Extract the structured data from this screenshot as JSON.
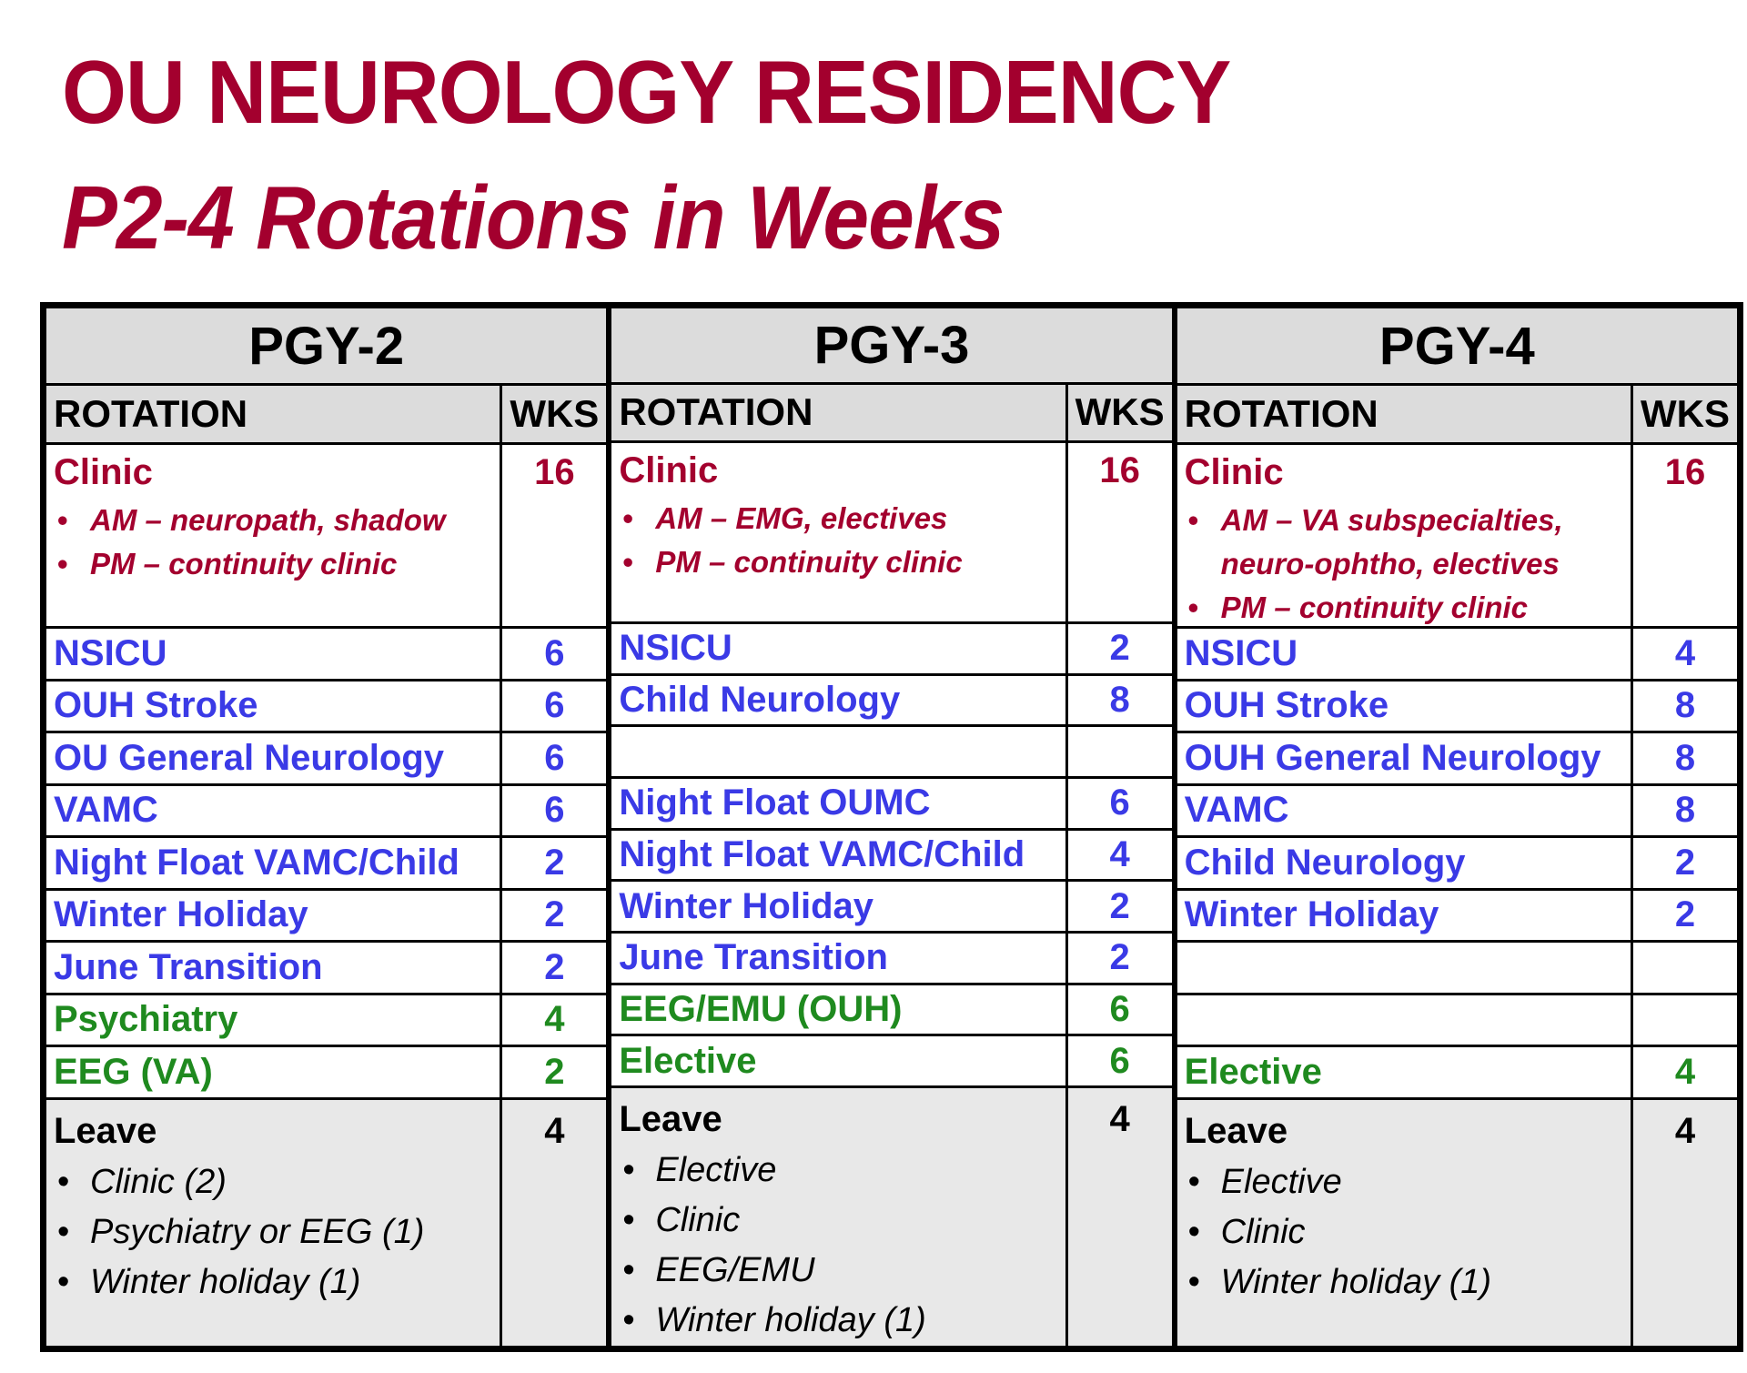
{
  "header": {
    "title": "OU NEUROLOGY RESIDENCY",
    "subtitle": "P2-4 Rotations in Weeks"
  },
  "colors": {
    "title": "#a3002e",
    "clinic": "#a3002e",
    "core_rotation": "#3a3ae6",
    "elective_rotation": "#1f8a1f",
    "header_bg": "#dcdcdc",
    "leave_bg": "#e8e8e8"
  },
  "table": {
    "columns": [
      {
        "heading": "PGY-2",
        "rotation_label": "ROTATION",
        "wks_label": "WKS",
        "clinic": {
          "label": "Clinic",
          "weeks": "16",
          "bullets": [
            "AM – neuropath, shadow",
            "PM – continuity clinic"
          ]
        },
        "rows": [
          {
            "rotation": "NSICU",
            "weeks": "6",
            "color": "blue"
          },
          {
            "rotation": "OUH Stroke",
            "weeks": "6",
            "color": "blue"
          },
          {
            "rotation": "OU General Neurology",
            "weeks": "6",
            "color": "blue"
          },
          {
            "rotation": "VAMC",
            "weeks": "6",
            "color": "blue"
          },
          {
            "rotation": "Night Float VAMC/Child",
            "weeks": "2",
            "color": "blue"
          },
          {
            "rotation": "Winter Holiday",
            "weeks": "2",
            "color": "blue"
          },
          {
            "rotation": "June Transition",
            "weeks": "2",
            "color": "blue"
          },
          {
            "rotation": "Psychiatry",
            "weeks": "4",
            "color": "green"
          },
          {
            "rotation": "EEG (VA)",
            "weeks": "2",
            "color": "green"
          }
        ],
        "leave": {
          "label": "Leave",
          "weeks": "4",
          "bullets": [
            "Clinic (2)",
            "Psychiatry or EEG (1)",
            "Winter holiday (1)"
          ]
        }
      },
      {
        "heading": "PGY-3",
        "rotation_label": "ROTATION",
        "wks_label": "WKS",
        "clinic": {
          "label": "Clinic",
          "weeks": "16",
          "bullets": [
            "AM – EMG, electives",
            "PM – continuity clinic"
          ]
        },
        "rows": [
          {
            "rotation": "NSICU",
            "weeks": "2",
            "color": "blue"
          },
          {
            "rotation": "Child Neurology",
            "weeks": "8",
            "color": "blue"
          },
          {
            "rotation": "",
            "weeks": "",
            "color": "blue"
          },
          {
            "rotation": "Night Float OUMC",
            "weeks": "6",
            "color": "blue"
          },
          {
            "rotation": "Night Float VAMC/Child",
            "weeks": "4",
            "color": "blue"
          },
          {
            "rotation": "Winter Holiday",
            "weeks": "2",
            "color": "blue"
          },
          {
            "rotation": "June Transition",
            "weeks": "2",
            "color": "blue"
          },
          {
            "rotation": "EEG/EMU (OUH)",
            "weeks": "6",
            "color": "green"
          },
          {
            "rotation": "Elective",
            "weeks": "6",
            "color": "green"
          }
        ],
        "leave": {
          "label": "Leave",
          "weeks": "4",
          "bullets": [
            "Elective",
            "Clinic",
            "EEG/EMU",
            "Winter holiday (1)"
          ]
        }
      },
      {
        "heading": "PGY-4",
        "rotation_label": "ROTATION",
        "wks_label": "WKS",
        "clinic": {
          "label": "Clinic",
          "weeks": "16",
          "bullets": [
            "AM – VA subspecialties,",
            "neuro-ophtho, electives",
            "PM – continuity clinic"
          ]
        },
        "rows": [
          {
            "rotation": "NSICU",
            "weeks": "4",
            "color": "blue"
          },
          {
            "rotation": "OUH Stroke",
            "weeks": "8",
            "color": "blue"
          },
          {
            "rotation": "OUH General Neurology",
            "weeks": "8",
            "color": "blue"
          },
          {
            "rotation": "VAMC",
            "weeks": "8",
            "color": "blue"
          },
          {
            "rotation": "Child Neurology",
            "weeks": "2",
            "color": "blue"
          },
          {
            "rotation": "Winter Holiday",
            "weeks": "2",
            "color": "blue"
          },
          {
            "rotation": "",
            "weeks": "",
            "color": "blue"
          },
          {
            "rotation": "",
            "weeks": "",
            "color": "blue"
          },
          {
            "rotation": "Elective",
            "weeks": "4",
            "color": "green"
          }
        ],
        "leave": {
          "label": "Leave",
          "weeks": "4",
          "bullets": [
            "Elective",
            "Clinic",
            "Winter holiday (1)"
          ]
        }
      }
    ]
  }
}
